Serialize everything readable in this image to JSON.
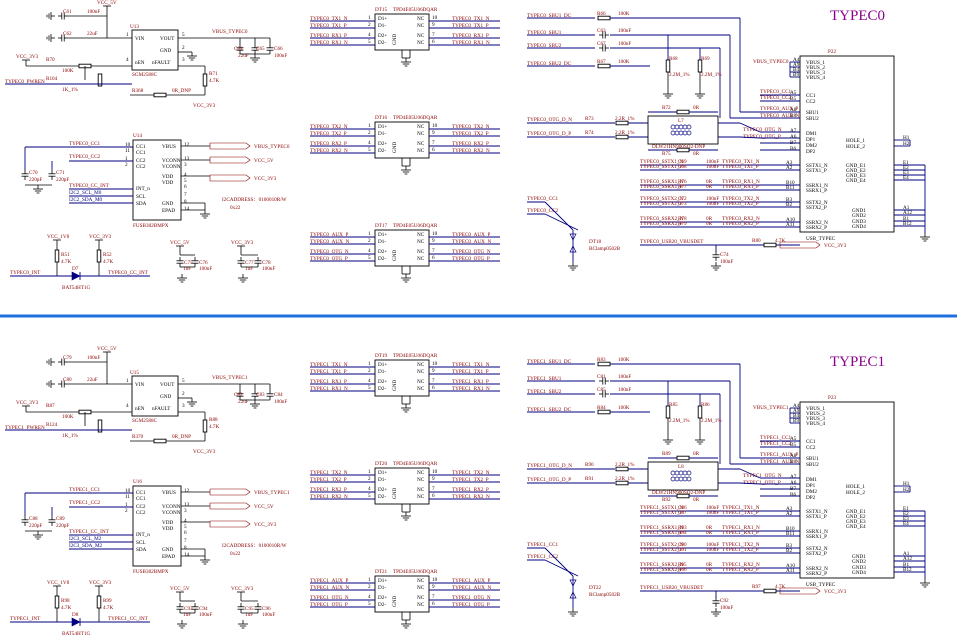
{
  "colors": {
    "net_wire": "#000080",
    "component_text": "#8b0000",
    "divider": "#1f6fe0",
    "title": "#8b008b"
  },
  "sections": [
    {
      "title": "TYPEC0",
      "rails": {
        "vcc5": "VCC_5V",
        "vcc1v8": "VCC_1V8",
        "vcc3v3": "VCC_3V3",
        "vbus": "VBUS_TYPEC0"
      },
      "caps": {
        "in1": "C61",
        "in1v": "100nF",
        "in2": "C62",
        "in2v": "22uF",
        "out1": "C64",
        "out1v": "22uF",
        "out2": "C66",
        "out2v": "100nF",
        "out3": "C65",
        "c70": "C70",
        "c70v": "220pF",
        "c71": "C71",
        "c71v": "220pF",
        "c75": "C75",
        "c75v": "1uF",
        "c76": "C76",
        "c76v": "100nF",
        "c77": "C77",
        "c77v": "1uF",
        "c78": "C78",
        "c78v": "100nF"
      },
      "u_load": {
        "ref": "U13",
        "part": "SGM2588C",
        "p_vin": "VIN",
        "p_vout": "VOUT",
        "p_gnd": "GND",
        "p_en": "nEN",
        "p_fault": "nFAULT",
        "n1": "1",
        "n2": "2",
        "n3": "3",
        "n4": "4",
        "n5": "5"
      },
      "r_en": {
        "ref": "R70",
        "val": "100K"
      },
      "r_pwren": {
        "ref": "R104",
        "val": "1K_1%"
      },
      "r_flt": {
        "ref": "R71",
        "val": "4.7K"
      },
      "r_dnp": {
        "ref": "R368",
        "val": "0R_DNP"
      },
      "pwren_net": "TYPEC0_PWREN",
      "u_pd": {
        "ref": "U14",
        "part": "FUSB302BMPX",
        "l_cc1": "CC1",
        "l_cc2": "CC2",
        "l_vbus": "VBUS",
        "l_vconn": "VCONN",
        "l_vdd": "VDD",
        "l_int": "INT_n",
        "l_scl": "SCL",
        "l_sda": "SDA",
        "l_gnd": "GND",
        "l_epad": "EPAD",
        "pins": [
          "10",
          "11",
          "1",
          "2",
          "12",
          "13",
          "3",
          "4",
          "5",
          "6",
          "7",
          "8",
          "14"
        ]
      },
      "pd_nets": {
        "cc1": "TYPEC0_CC1",
        "cc2": "TYPEC0_CC2",
        "int": "TYPEC0_CC_INT",
        "scl": "I2C2_SCL_M0",
        "sda": "I2C2_SDA_M0"
      },
      "i2c_note": "I2CADDRESS：0100010R/W",
      "i2c_hex": "0x22",
      "int_net": "TYPEC0_INT",
      "r51": {
        "ref": "R51",
        "val": "4.7K"
      },
      "r52": {
        "ref": "R52",
        "val": "4.7K"
      },
      "diode": {
        "ref": "D7",
        "part": "BAT54HT1G"
      },
      "esd": [
        {
          "ref": "DT15",
          "part": "TPD4E05U06DQAR",
          "pins_left": [
            "D1+",
            "D1-",
            "D2+",
            "D2-"
          ],
          "pins_right": [
            "NC",
            "NC",
            "NC",
            "NC"
          ],
          "nums_l": [
            "1",
            "2",
            "4",
            "5"
          ],
          "nums_r": [
            "10",
            "9",
            "7",
            "6"
          ],
          "nets_l": [
            "TYPEC0_TX1_N",
            "TYPEC0_TX1_P",
            "TYPEC0_RX1_P",
            "TYPEC0_RX1_N"
          ],
          "nets_r": [
            "TYPEC0_TX1_N",
            "TYPEC0_TX1_P",
            "TYPEC0_RX1_P",
            "TYPEC0_RX1_N"
          ]
        },
        {
          "ref": "DT16",
          "part": "TPD4E05U06DQAR",
          "pins_left": [
            "D1+",
            "D1-",
            "D2+",
            "D2-"
          ],
          "pins_right": [
            "NC",
            "NC",
            "NC",
            "NC"
          ],
          "nums_l": [
            "1",
            "2",
            "4",
            "5"
          ],
          "nums_r": [
            "10",
            "9",
            "7",
            "6"
          ],
          "nets_l": [
            "TYPEC0_TX2_N",
            "TYPEC0_TX2_P",
            "TYPEC0_RX2_P",
            "TYPEC0_RX2_N"
          ],
          "nets_r": [
            "TYPEC0_TX2_N",
            "TYPEC0_TX2_P",
            "TYPEC0_RX2_P",
            "TYPEC0_RX2_N"
          ]
        },
        {
          "ref": "DT17",
          "part": "TPD4E05U06DQAR",
          "pins_left": [
            "D1+",
            "D1-",
            "D2+",
            "D2-"
          ],
          "pins_right": [
            "NC",
            "NC",
            "NC",
            "NC"
          ],
          "nums_l": [
            "1",
            "2",
            "4",
            "5"
          ],
          "nums_r": [
            "10",
            "9",
            "7",
            "6"
          ],
          "nets_l": [
            "TYPEC0_AUX_P",
            "TYPEC0_AUX_N",
            "TYPEC0_OTG_N",
            "TYPEC0_OTG_P"
          ],
          "nets_r": [
            "TYPEC0_AUX_P",
            "TYPEC0_AUX_N",
            "TYPEC0_OTG_N",
            "TYPEC0_OTG_P"
          ]
        }
      ],
      "esd_gnd": "GND",
      "sbu_nets": [
        "TYPEC0_SBU1_DC",
        "TYPEC0_SBU1",
        "TYPEC0_SBU2",
        "TYPEC0_SBU2_DC"
      ],
      "sbu_r": [
        {
          "ref": "R66",
          "val": "100K"
        },
        {
          "ref": "R67",
          "val": "100K"
        }
      ],
      "sbu_c": [
        {
          "ref": "C63",
          "val": "100nF"
        },
        {
          "ref": "C67",
          "val": "100nF"
        }
      ],
      "sbu_pd": [
        {
          "ref": "R68",
          "val": "2.2M_1%"
        },
        {
          "ref": "R69",
          "val": "2.2M_1%"
        }
      ],
      "otg_in": [
        "TYPEC0_OTG_D_N",
        "TYPEC0_OTG_D_P"
      ],
      "otg_r": [
        {
          "ref": "R72",
          "val": "0R"
        },
        {
          "ref": "R73",
          "val": "2.2R_1%"
        },
        {
          "ref": "R74",
          "val": "2.2R_1%"
        },
        {
          "ref": "R75",
          "val": "0R"
        }
      ],
      "choke": {
        "ref": "L7",
        "part": "DLW21HN900SQ2-DNP"
      },
      "otg_out": [
        "TYPEC0_OTG_N",
        "TYPEC0_OTG_P"
      ],
      "cc_nets": [
        "TYPEC0_CC1",
        "TYPEC0_CC2"
      ],
      "tvs": {
        "ref": "DT18",
        "part": "RClamp0502B"
      },
      "vbusdet": "TYPEC0_USB20_VBUSDET",
      "r80": {
        "ref": "R80",
        "val": "4.7K"
      },
      "c74": {
        "ref": "C74",
        "val": "100nF"
      },
      "ss_caps": [
        {
          "n1": "TYPEC0_SSTX1_N",
          "c": "C69",
          "v": "100nF",
          "n2": "TYPEC0_TX1_N",
          "pin": "A3"
        },
        {
          "n1": "TYPEC0_SSTX1_P",
          "c": "C68",
          "v": "100nF",
          "n2": "TYPEC0_TX1_P",
          "pin": "A2"
        },
        {
          "n1": "TYPEC0_SSRX1_N",
          "c": "R76",
          "v": "0R",
          "n2": "TYPEC0_RX1_N",
          "pin": "B10"
        },
        {
          "n1": "TYPEC0_SSRX1_P",
          "c": "R77",
          "v": "0R",
          "n2": "TYPEC0_RX1_P",
          "pin": "B11"
        },
        {
          "n1": "TYPEC0_SSTX2_N",
          "c": "C72",
          "v": "100nF",
          "n2": "TYPEC0_TX2_N",
          "pin": "B3"
        },
        {
          "n1": "TYPEC0_SSTX2_P",
          "c": "C73",
          "v": "100nF",
          "n2": "TYPEC0_TX2_P",
          "pin": "B2"
        },
        {
          "n1": "TYPEC0_SSRX2_N",
          "c": "R78",
          "v": "0R",
          "n2": "TYPEC0_RX2_N",
          "pin": "A10"
        },
        {
          "n1": "TYPEC0_SSRX2_P",
          "c": "R79",
          "v": "0R",
          "n2": "TYPEC0_RX2_P",
          "pin": "A11"
        }
      ],
      "conn": {
        "ref": "P22",
        "part": "USB_TYPEC",
        "vbus_pins": [
          "A4",
          "A9",
          "B4",
          "B9"
        ],
        "vbus_labels": [
          "VBUS_1",
          "VBUS_2",
          "VBUS_3",
          "VBUS_4"
        ],
        "cc_pins": [
          "A5",
          "B5"
        ],
        "cc_labels": [
          "CC1",
          "CC2"
        ],
        "sbu_pins": [
          "A8",
          "B8"
        ],
        "sbu_labels": [
          "SBU1",
          "SBU2"
        ],
        "dp_pins": [
          "A7",
          "A6",
          "B7",
          "B6"
        ],
        "dp_labels": [
          "DM1",
          "DP1",
          "DM2",
          "DP2"
        ],
        "aux_nets": [
          "TYPEC0_AUX_P",
          "TYPEC0_AUX_N"
        ],
        "ss_labels": [
          "SSTX1_N",
          "SSTX1_P",
          "SSRX1_N",
          "SSRX1_P",
          "SSTX2_N",
          "SSTX2_P",
          "SSRX2_N",
          "SSRX2_P"
        ],
        "hole_labels": [
          "HOLE_1",
          "HOLE_2"
        ],
        "hole_pins": [
          "H1",
          "H2"
        ],
        "gnde_labels": [
          "GND_E1",
          "GND_E2",
          "GND_E3",
          "GND_E4"
        ],
        "gnde_pins": [
          "E1",
          "E2",
          "E3",
          "E4"
        ],
        "gnd_labels": [
          "GND1",
          "GND2",
          "GND3",
          "GND4"
        ],
        "gnd_pins": [
          "A1",
          "A12",
          "B1",
          "B12"
        ]
      }
    },
    {
      "title": "TYPEC1",
      "rails": {
        "vcc5": "VCC_5V",
        "vcc1v8": "VCC_1V8",
        "vcc3v3": "VCC_3V3",
        "vbus": "VBUS_TYPEC1"
      },
      "caps": {
        "in1": "C79",
        "in1v": "100nF",
        "in2": "C80",
        "in2v": "22uF",
        "out1": "C82",
        "out1v": "22uF",
        "out2": "C84",
        "out2v": "100nF",
        "out3": "C83",
        "c70": "C88",
        "c70v": "220pF",
        "c71": "C89",
        "c71v": "220pF",
        "c75": "C93",
        "c75v": "1uF",
        "c76": "C94",
        "c76v": "100nF",
        "c77": "C95",
        "c77v": "1uF",
        "c78": "C96",
        "c78v": "100nF"
      },
      "u_load": {
        "ref": "U15",
        "part": "SGM2588C",
        "p_vin": "VIN",
        "p_vout": "VOUT",
        "p_gnd": "GND",
        "p_en": "nEN",
        "p_fault": "nFAULT",
        "n1": "1",
        "n2": "2",
        "n3": "3",
        "n4": "4",
        "n5": "5"
      },
      "r_en": {
        "ref": "R87",
        "val": "100K"
      },
      "r_pwren": {
        "ref": "R124",
        "val": "1K_1%"
      },
      "r_flt": {
        "ref": "R88",
        "val": "4.7K"
      },
      "r_dnp": {
        "ref": "R370",
        "val": "0R_DNP"
      },
      "pwren_net": "TYPEC1_PWREN",
      "u_pd": {
        "ref": "U16",
        "part": "FUSB302BMPX",
        "l_cc1": "CC1",
        "l_cc2": "CC2",
        "l_vbus": "VBUS",
        "l_vconn": "VCONN",
        "l_vdd": "VDD",
        "l_int": "INT_n",
        "l_scl": "SCL",
        "l_sda": "SDA",
        "l_gnd": "GND",
        "l_epad": "EPAD",
        "pins": [
          "10",
          "11",
          "1",
          "2",
          "12",
          "13",
          "3",
          "4",
          "5",
          "6",
          "7",
          "8",
          "14"
        ]
      },
      "pd_nets": {
        "cc1": "TYPEC1_CC1",
        "cc2": "TYPEC1_CC2",
        "int": "TYPEC1_CC_INT",
        "scl": "I2C3_SCL_M2",
        "sda": "I2C3_SDA_M2"
      },
      "i2c_note": "I2CADDRESS：0100010R/W",
      "i2c_hex": "0x22",
      "int_net": "TYPEC1_INT",
      "r51": {
        "ref": "R98",
        "val": "4.7K"
      },
      "r52": {
        "ref": "R99",
        "val": "4.7K"
      },
      "diode": {
        "ref": "D8",
        "part": "BAT54HT1G"
      },
      "esd": [
        {
          "ref": "DT19",
          "part": "TPD4E05U06DQAR",
          "pins_left": [
            "D1+",
            "D1-",
            "D2+",
            "D2-"
          ],
          "pins_right": [
            "NC",
            "NC",
            "NC",
            "NC"
          ],
          "nums_l": [
            "1",
            "2",
            "4",
            "5"
          ],
          "nums_r": [
            "10",
            "9",
            "7",
            "6"
          ],
          "nets_l": [
            "TYPEC1_TX1_N",
            "TYPEC1_TX1_P",
            "TYPEC1_RX1_P",
            "TYPEC1_RX1_N"
          ],
          "nets_r": [
            "TYPEC1_TX1_N",
            "TYPEC1_TX1_P",
            "TYPEC1_RX1_P",
            "TYPEC1_RX1_N"
          ]
        },
        {
          "ref": "DT20",
          "part": "TPD4E05U06DQAR",
          "pins_left": [
            "D1+",
            "D1-",
            "D2+",
            "D2-"
          ],
          "pins_right": [
            "NC",
            "NC",
            "NC",
            "NC"
          ],
          "nums_l": [
            "1",
            "2",
            "4",
            "5"
          ],
          "nums_r": [
            "10",
            "9",
            "7",
            "6"
          ],
          "nets_l": [
            "TYPEC1_TX2_N",
            "TYPEC1_TX2_P",
            "TYPEC1_RX2_P",
            "TYPEC1_RX2_N"
          ],
          "nets_r": [
            "TYPEC1_TX2_N",
            "TYPEC1_TX2_P",
            "TYPEC1_RX2_P",
            "TYPEC1_RX2_N"
          ]
        },
        {
          "ref": "DT21",
          "part": "TPD4E05U06DQAR",
          "pins_left": [
            "D1+",
            "D1-",
            "D2+",
            "D2-"
          ],
          "pins_right": [
            "NC",
            "NC",
            "NC",
            "NC"
          ],
          "nums_l": [
            "1",
            "2",
            "4",
            "5"
          ],
          "nums_r": [
            "10",
            "9",
            "7",
            "6"
          ],
          "nets_l": [
            "TYPEC1_AUX_P",
            "TYPEC1_AUX_N",
            "TYPEC1_OTG_N",
            "TYPEC1_OTG_P"
          ],
          "nets_r": [
            "TYPEC1_AUX_P",
            "TYPEC1_AUX_N",
            "TYPEC1_OTG_N",
            "TYPEC1_OTG_P"
          ]
        }
      ],
      "esd_gnd": "GND",
      "sbu_nets": [
        "TYPEC1_SBU1_DC",
        "TYPEC1_SBU1",
        "TYPEC1_SBU2",
        "TYPEC1_SBU2_DC"
      ],
      "sbu_r": [
        {
          "ref": "R83",
          "val": "100K"
        },
        {
          "ref": "R84",
          "val": "100K"
        }
      ],
      "sbu_c": [
        {
          "ref": "C81",
          "val": "100nF"
        },
        {
          "ref": "C85",
          "val": "100nF"
        }
      ],
      "sbu_pd": [
        {
          "ref": "R85",
          "val": "2.2M_1%"
        },
        {
          "ref": "R86",
          "val": "2.2M_1%"
        }
      ],
      "otg_in": [
        "TYPEC1_OTG_D_N",
        "TYPEC1_OTG_D_P"
      ],
      "otg_r": [
        {
          "ref": "R89",
          "val": "0R"
        },
        {
          "ref": "R90",
          "val": "2.2R_1%"
        },
        {
          "ref": "R91",
          "val": "2.2R_1%"
        },
        {
          "ref": "R92",
          "val": "0R"
        }
      ],
      "choke": {
        "ref": "L8",
        "part": "DLW21HN900SQ2-DNP"
      },
      "otg_out": [
        "TYPEC1_OTG_N",
        "TYPEC1_OTG_P"
      ],
      "cc_nets": [
        "TYPEC1_CC1",
        "TYPEC1_CC2"
      ],
      "tvs": {
        "ref": "DT22",
        "part": "RClamp0502B"
      },
      "vbusdet": "TYPEC1_USB20_VBUSDET",
      "r80": {
        "ref": "R97",
        "val": "4.7K"
      },
      "c74": {
        "ref": "C92",
        "val": "100nF"
      },
      "ss_caps": [
        {
          "n1": "TYPEC1_SSTX1_N",
          "c": "C86",
          "v": "100nF",
          "n2": "TYPEC1_TX1_N",
          "pin": "A3"
        },
        {
          "n1": "TYPEC1_SSTX1_P",
          "c": "C87",
          "v": "100nF",
          "n2": "TYPEC1_TX1_P",
          "pin": "A2"
        },
        {
          "n1": "TYPEC1_SSRX1_N",
          "c": "R93",
          "v": "0R",
          "n2": "TYPEC1_RX1_N",
          "pin": "B10"
        },
        {
          "n1": "TYPEC1_SSRX1_P",
          "c": "R94",
          "v": "0R",
          "n2": "TYPEC1_RX1_P",
          "pin": "B11"
        },
        {
          "n1": "TYPEC1_SSTX2_N",
          "c": "C90",
          "v": "100nF",
          "n2": "TYPEC1_TX2_N",
          "pin": "B3"
        },
        {
          "n1": "TYPEC1_SSTX2_P",
          "c": "C91",
          "v": "100nF",
          "n2": "TYPEC1_TX2_P",
          "pin": "B2"
        },
        {
          "n1": "TYPEC1_SSRX2_N",
          "c": "R95",
          "v": "0R",
          "n2": "TYPEC1_RX2_N",
          "pin": "A10"
        },
        {
          "n1": "TYPEC1_SSRX2_P",
          "c": "R96",
          "v": "0R",
          "n2": "TYPEC1_RX2_P",
          "pin": "A11"
        }
      ],
      "conn": {
        "ref": "P23",
        "part": "USB_TYPEC",
        "vbus_pins": [
          "A4",
          "A9",
          "B4",
          "B9"
        ],
        "vbus_labels": [
          "VBUS_1",
          "VBUS_2",
          "VBUS_3",
          "VBUS_4"
        ],
        "cc_pins": [
          "A5",
          "B5"
        ],
        "cc_labels": [
          "CC1",
          "CC2"
        ],
        "sbu_pins": [
          "A8",
          "B8"
        ],
        "sbu_labels": [
          "SBU1",
          "SBU2"
        ],
        "dp_pins": [
          "A7",
          "A6",
          "B7",
          "B6"
        ],
        "dp_labels": [
          "DM1",
          "DP1",
          "DM2",
          "DP2"
        ],
        "aux_nets": [
          "TYPEC1_AUX_P",
          "TYPEC1_AUX_N"
        ],
        "ss_labels": [
          "SSTX1_N",
          "SSTX1_P",
          "SSRX1_N",
          "SSRX1_P",
          "SSTX2_N",
          "SSTX2_P",
          "SSRX2_N",
          "SSRX2_P"
        ],
        "hole_labels": [
          "HOLE_1",
          "HOLE_2"
        ],
        "hole_pins": [
          "H1",
          "H2"
        ],
        "gnde_labels": [
          "GND_E1",
          "GND_E2",
          "GND_E3",
          "GND_E4"
        ],
        "gnde_pins": [
          "E1",
          "E2",
          "E3",
          "E4"
        ],
        "gnd_labels": [
          "GND1",
          "GND2",
          "GND3",
          "GND4"
        ],
        "gnd_pins": [
          "A1",
          "A12",
          "B1",
          "B12"
        ]
      }
    }
  ]
}
